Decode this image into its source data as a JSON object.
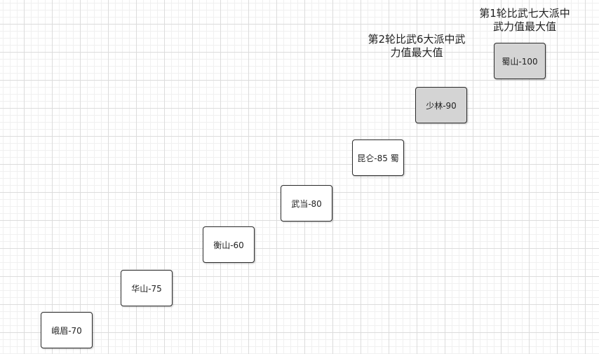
{
  "colors": {
    "node_fill": "#ffffff",
    "node_fill_highlight": "#d4d4d4",
    "node_border": "#2b2b2b",
    "grid": "#dcdcdc"
  },
  "annotations": {
    "round1_line1": "第1轮比武七大派中",
    "round1_line2": "武力值最大值",
    "round2_line1": "第2轮比武6大派中武",
    "round2_line2": "力值最大值"
  },
  "nodes": {
    "emei": "峨眉-70",
    "huashan": "华山-75",
    "hengshan": "衡山-60",
    "wudang": "武当-80",
    "kunlun": "昆仑-85 蜀",
    "shaolin": "少林-90",
    "shushan": "蜀山-100"
  }
}
